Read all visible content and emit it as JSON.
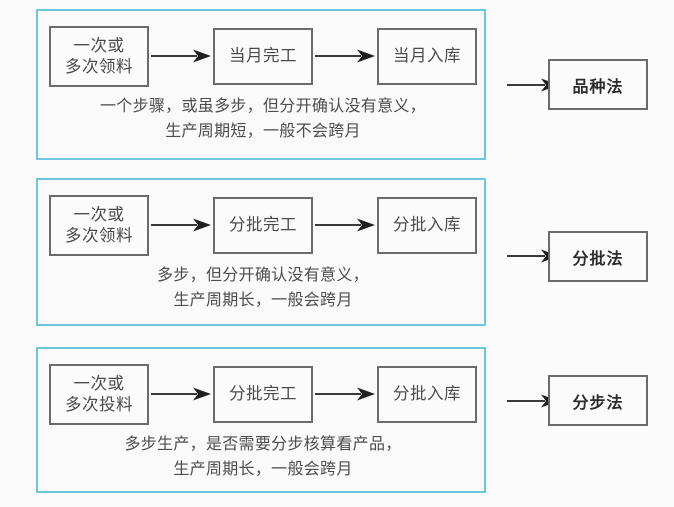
{
  "diagram": {
    "type": "flowchart",
    "background_color": "#fbfbfb",
    "panel_border_color": "#6ec6de",
    "box_border_color": "#6b6b6b",
    "text_color": "#4d4d4d",
    "result_text_color": "#2c2c2c",
    "rows": [
      {
        "id": "row-pinzhongfa",
        "steps": [
          {
            "line1": "一次或",
            "line2": "多次领料"
          },
          {
            "line1": "当月完工",
            "line2": ""
          },
          {
            "line1": "当月入库",
            "line2": ""
          }
        ],
        "caption_line1": "一个步骤，或虽多步，但分开确认没有意义，",
        "caption_line2": "生产周期短，一般不会跨月",
        "result": "品种法"
      },
      {
        "id": "row-fenpifa",
        "steps": [
          {
            "line1": "一次或",
            "line2": "多次领料"
          },
          {
            "line1": "分批完工",
            "line2": ""
          },
          {
            "line1": "分批入库",
            "line2": ""
          }
        ],
        "caption_line1": "多步，但分开确认没有意义，",
        "caption_line2": "生产周期长，一般会跨月",
        "result": "分批法"
      },
      {
        "id": "row-fenbufa",
        "steps": [
          {
            "line1": "一次或",
            "line2": "多次投料"
          },
          {
            "line1": "分批完工",
            "line2": ""
          },
          {
            "line1": "分批入库",
            "line2": ""
          }
        ],
        "caption_line1": "多步生产，是否需要分步核算看产品，",
        "caption_line2": "生产周期长，一般会跨月",
        "result": "分步法"
      }
    ]
  }
}
